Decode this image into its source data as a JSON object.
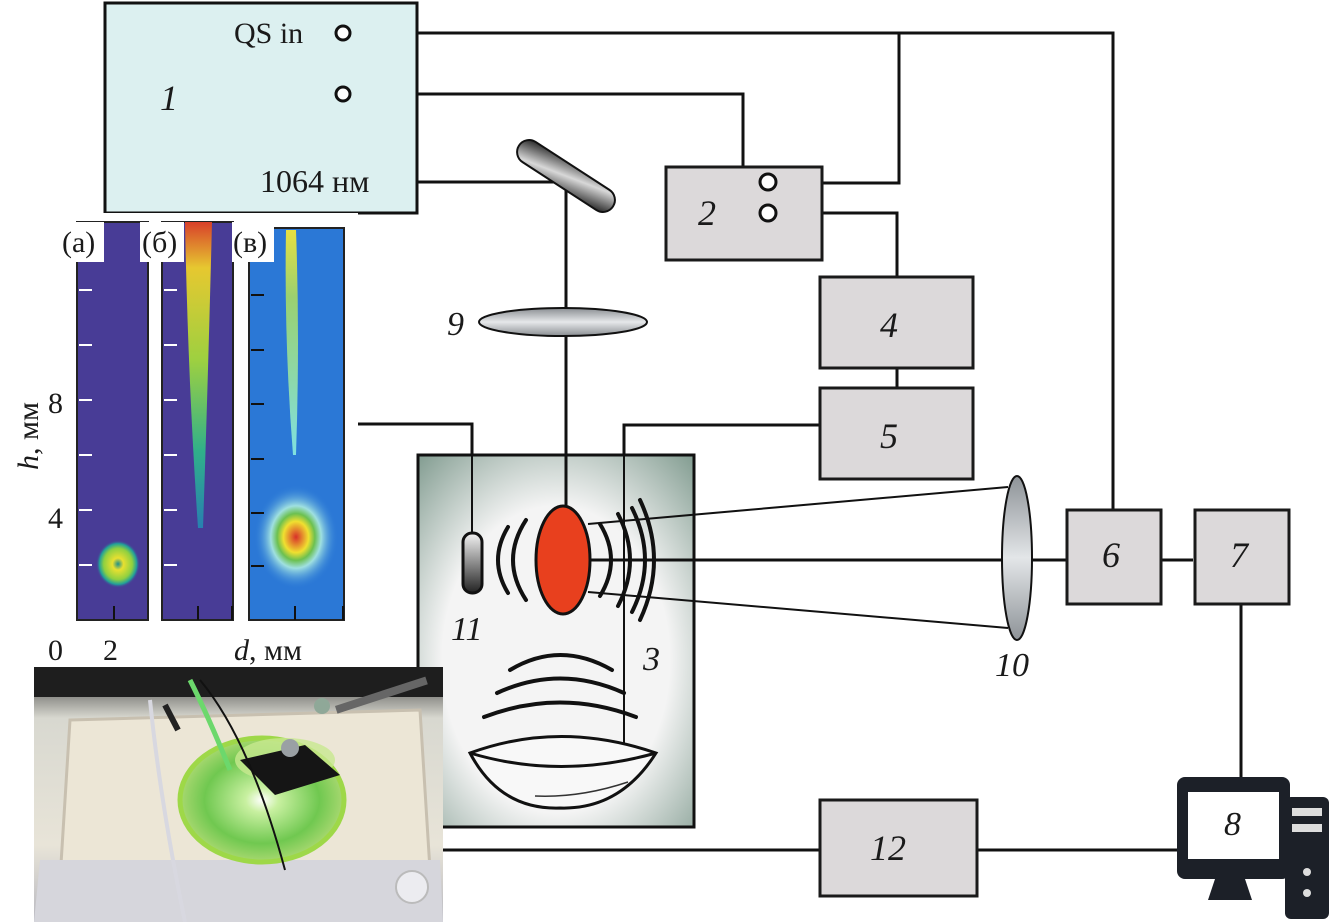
{
  "laser": {
    "number": "1",
    "qs_input_label": "QS in",
    "wavelength_label": "1064 нм",
    "fill_color": "#dcf0f0"
  },
  "components": {
    "generator": "2",
    "chamber": "3",
    "amplifier": "4",
    "oscilloscope": "5",
    "photodetector": "6",
    "spectrometer": "7",
    "computer": "8",
    "focusing_lens": "9",
    "collecting_lens": "10",
    "hydrophone": "11",
    "hydrophone_unit": "12"
  },
  "colors": {
    "box_fill": "#dcd9da",
    "plasma": "#e8401e",
    "chamber_frame": "#7f9a8e",
    "line": "#111111"
  },
  "inset_images": {
    "panels": [
      {
        "label": "(а)"
      },
      {
        "label": "(б)"
      },
      {
        "label": "(в)"
      }
    ],
    "y_axis": {
      "label_italic": "h",
      "label_unit": ", мм",
      "ticks": [
        "4",
        "8"
      ]
    },
    "x_axis": {
      "label_italic": "d",
      "label_unit": ", мм",
      "ticks": [
        "0",
        "2"
      ]
    }
  },
  "photo": {
    "description": "photograph of experimental setup"
  }
}
